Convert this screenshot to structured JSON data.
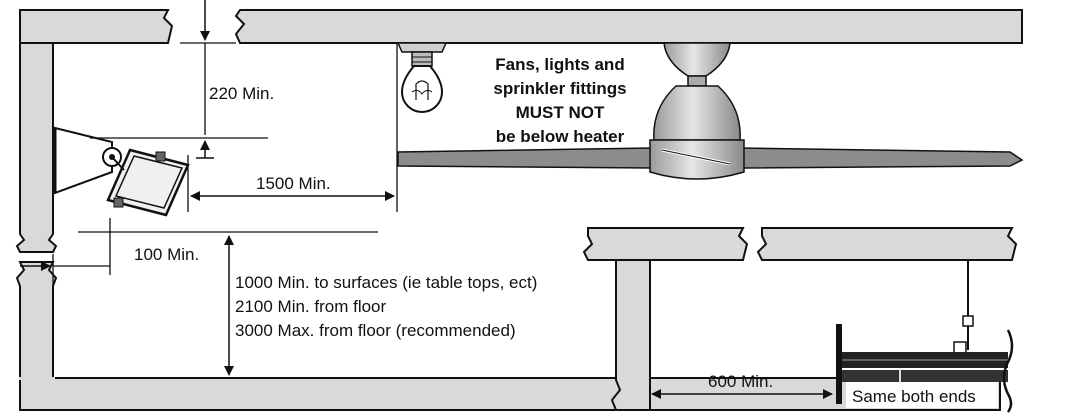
{
  "labels": {
    "clearance_ceiling": "220 Min.",
    "clearance_lateral": "1500 Min.",
    "clearance_wall": "100 Min.",
    "clearance_surfaces": "1000 Min. to surfaces (ie table tops, ect)",
    "height_min_floor": "2100 Min. from floor",
    "height_max_floor": "3000 Max. from floor (recommended)",
    "end_clearance": "600 Min.",
    "same_both_ends": "Same both ends"
  },
  "warning": {
    "line1": "Fans, lights and",
    "line2": "sprinkler fittings",
    "line3": "MUST NOT",
    "line4": "be below heater"
  },
  "colors": {
    "wall_fill": "#d9d9d9",
    "line": "#111111",
    "fan_body": "#bdbdbd",
    "fan_blade": "#8c8c8c"
  }
}
